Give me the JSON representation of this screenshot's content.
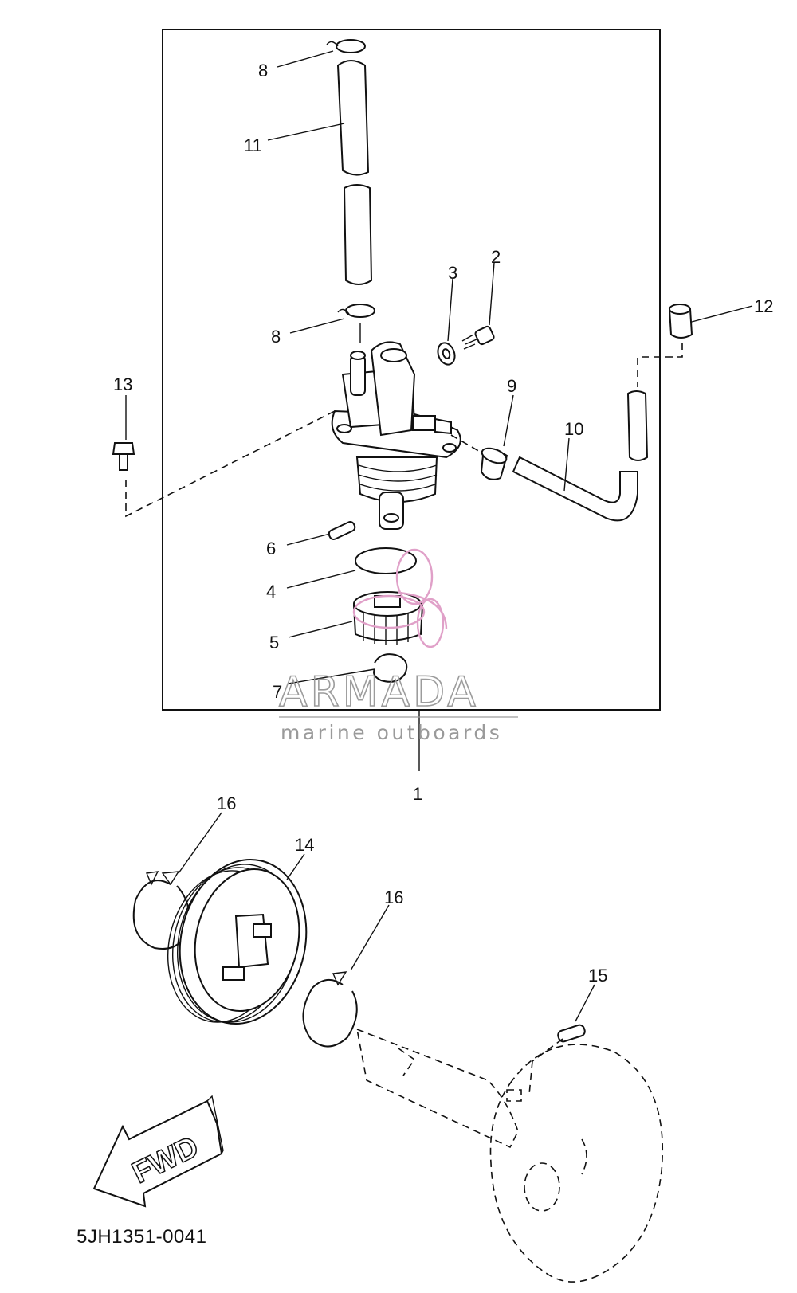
{
  "diagram": {
    "part_numbers": [
      "1",
      "2",
      "3",
      "4",
      "5",
      "6",
      "7",
      "8",
      "8",
      "9",
      "10",
      "11",
      "12",
      "13",
      "14",
      "15",
      "16",
      "16"
    ],
    "drawing_code": "5JH1351-0041",
    "direction_label": "FWD",
    "watermark": {
      "title": "ARMADA",
      "subtitle": "marine outboards",
      "logo_color": "#e0a0c8",
      "text_color": "#9c9c9c"
    },
    "colors": {
      "line": "#111111",
      "background": "#ffffff"
    }
  }
}
